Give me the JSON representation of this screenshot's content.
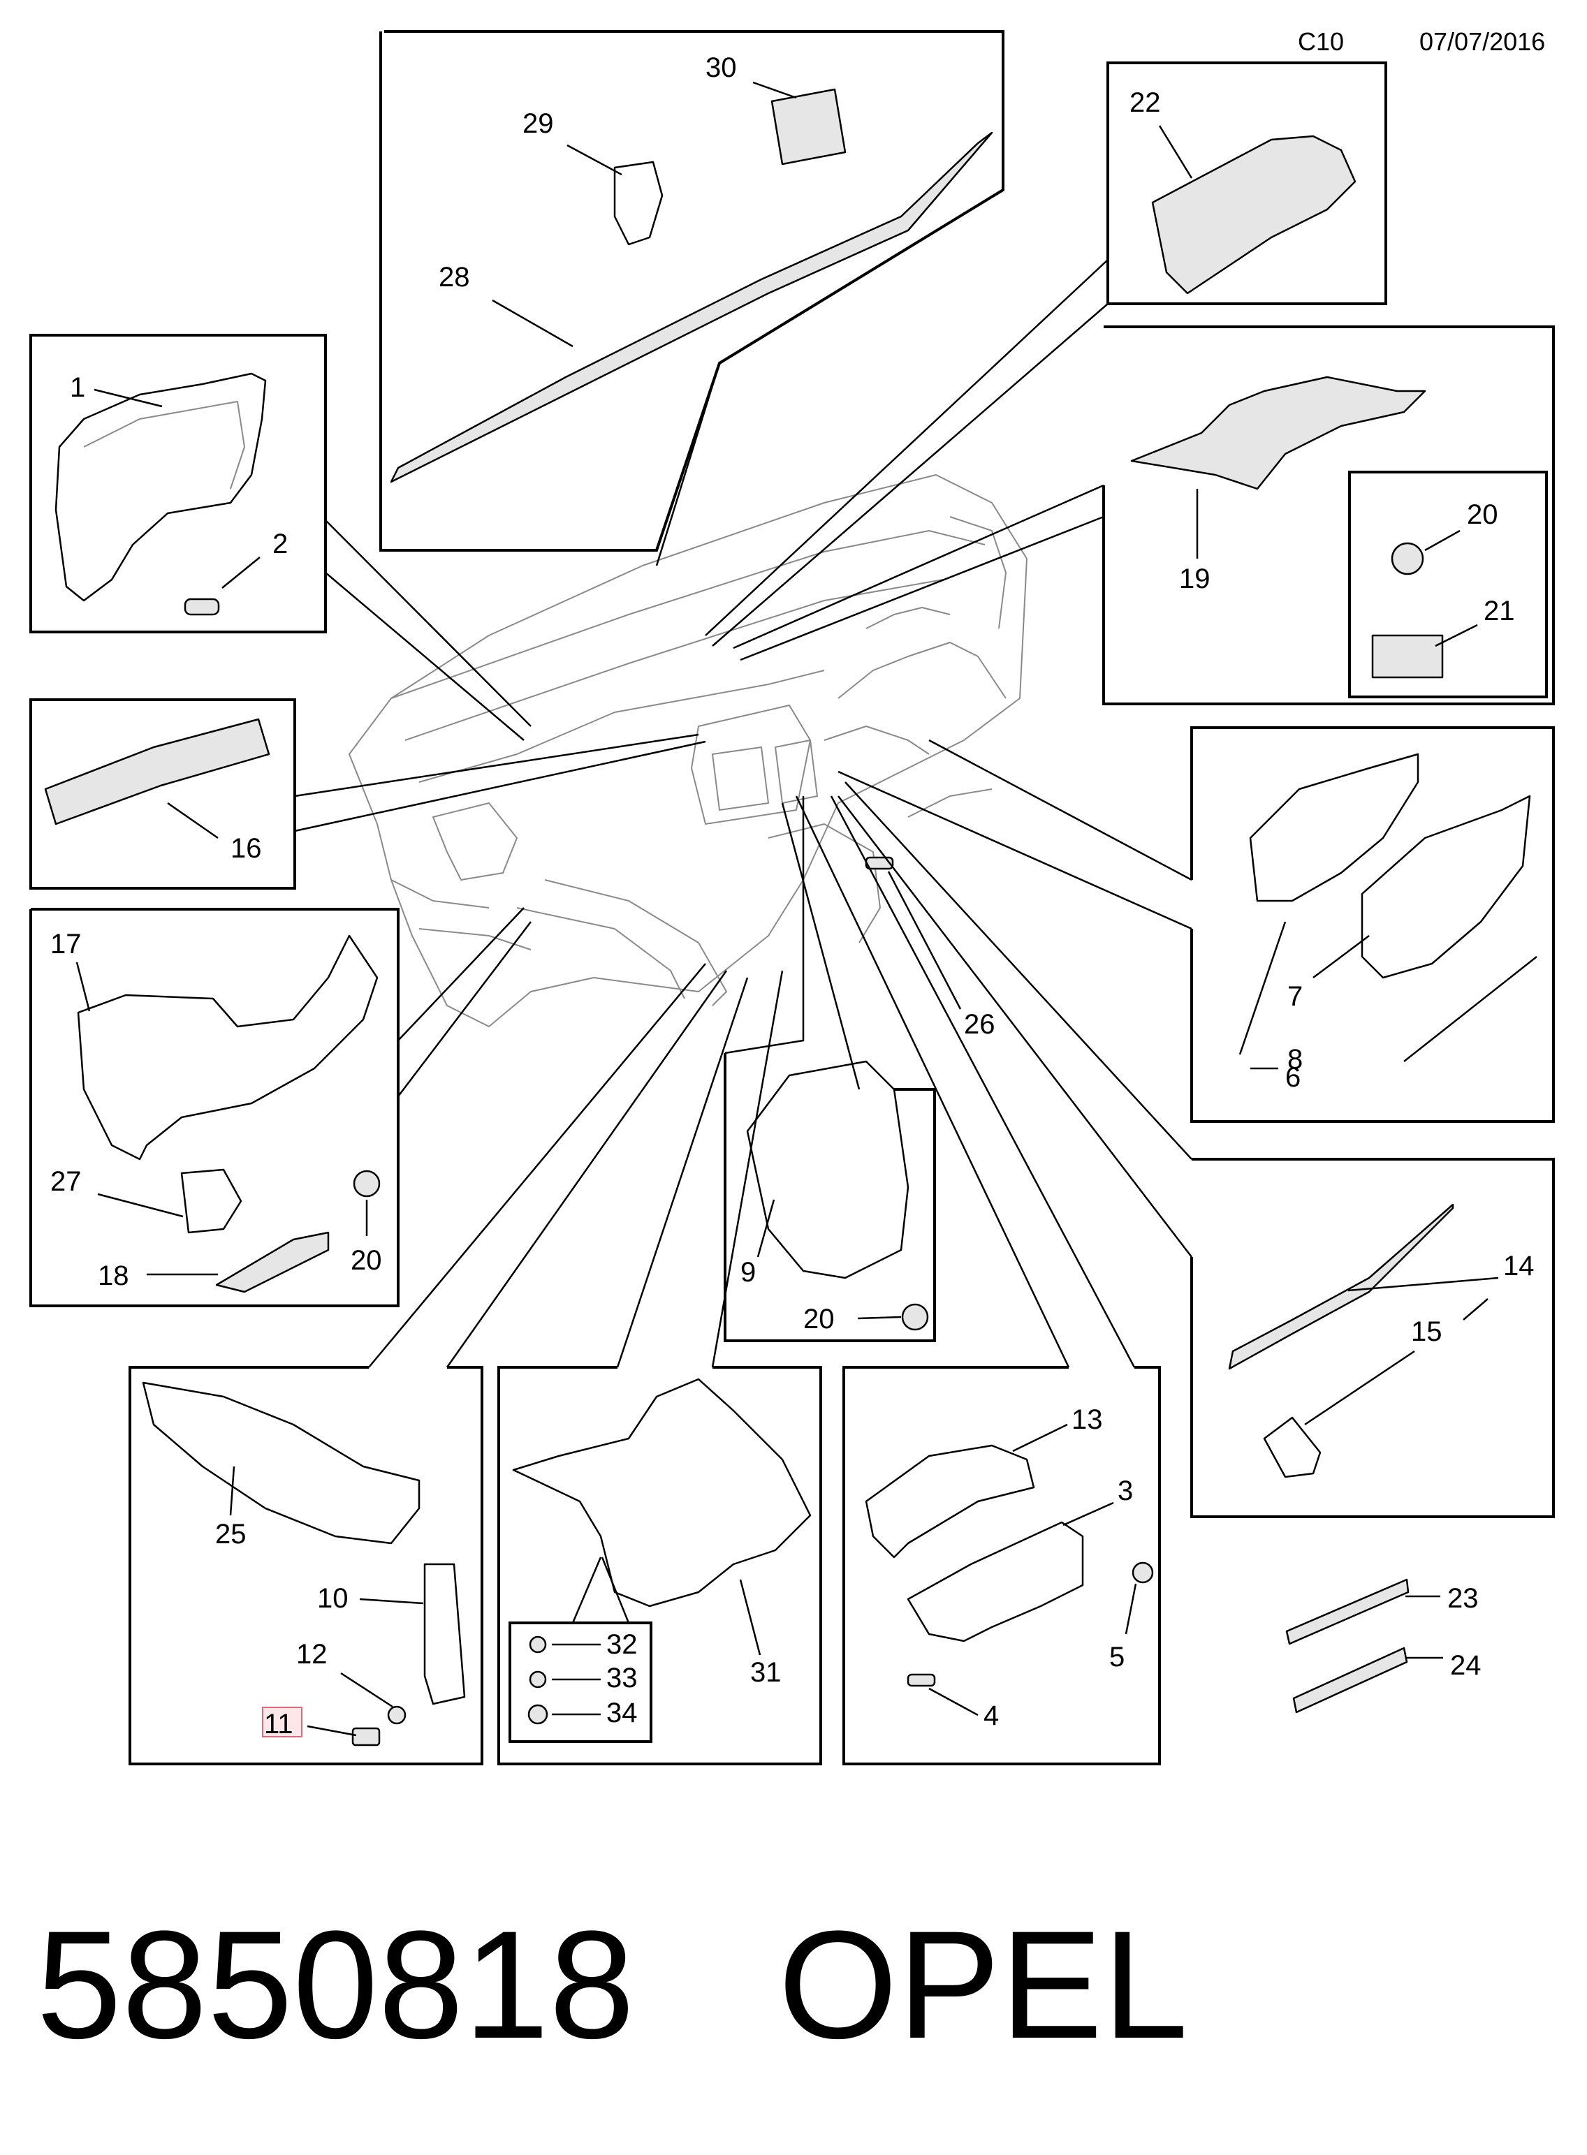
{
  "header": {
    "code": "C10",
    "date": "07/07/2016"
  },
  "footer": {
    "part_number": "5850818",
    "brand": "OPEL"
  },
  "callouts": {
    "c1": "1",
    "c2": "2",
    "c3": "3",
    "c4": "4",
    "c5": "5",
    "c6": "6",
    "c7": "7",
    "c8": "8",
    "c9": "9",
    "c10": "10",
    "c11": "11",
    "c12": "12",
    "c13": "13",
    "c14": "14",
    "c15": "15",
    "c16": "16",
    "c17": "17",
    "c18": "18",
    "c19": "19",
    "c20a": "20",
    "c20b": "20",
    "c20c": "20",
    "c21": "21",
    "c22": "22",
    "c23": "23",
    "c24": "24",
    "c25": "25",
    "c26": "26",
    "c27": "27",
    "c28": "28",
    "c29": "29",
    "c30": "30",
    "c31": "31",
    "c32": "32",
    "c33": "33",
    "c34": "34"
  },
  "highlighted_callout": "11"
}
